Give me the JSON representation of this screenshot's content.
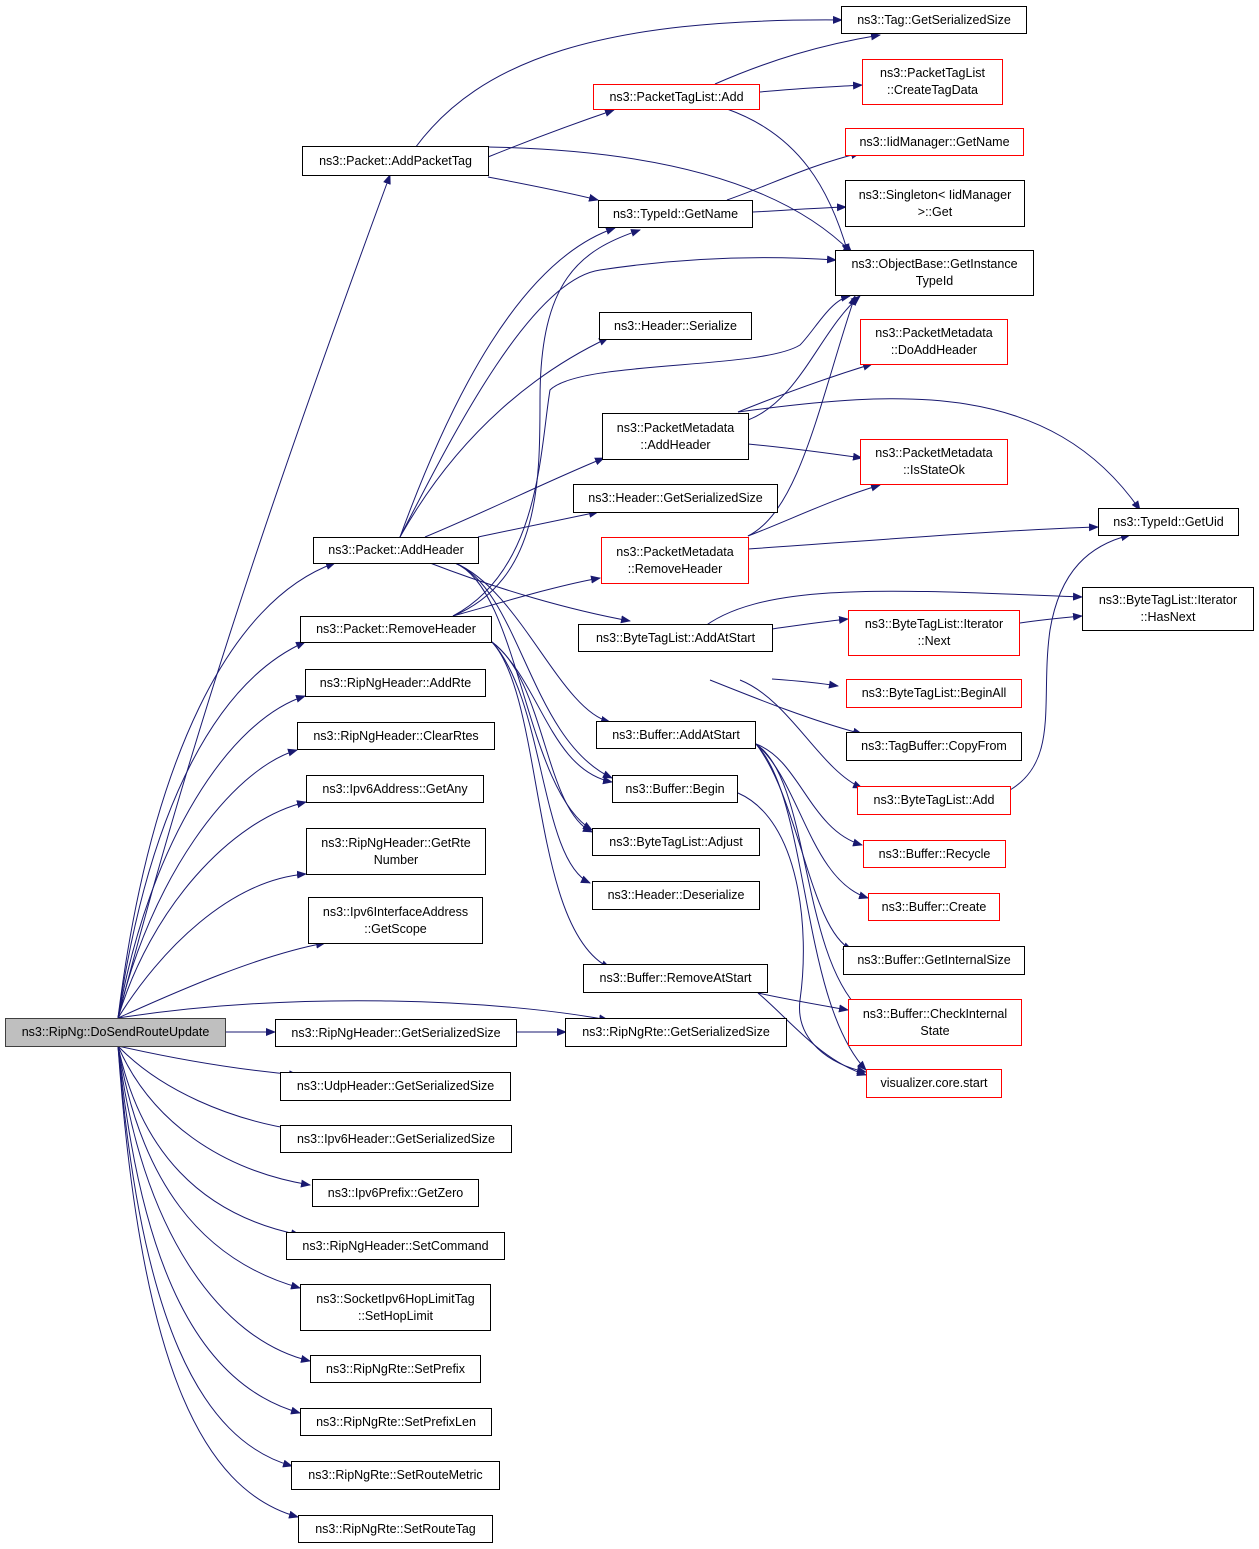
{
  "colors": {
    "edge": "#191970",
    "node_border": "#000000",
    "undocumented_border": "#ff0000",
    "root_fill": "#bfbfbf"
  },
  "nodes": {
    "root": "ns3::RipNg::DoSendRouteUpdate",
    "addPacketTag": "ns3::Packet::AddPacketTag",
    "addHeader": "ns3::Packet::AddHeader",
    "removeHeader": "ns3::Packet::RemoveHeader",
    "addRte": "ns3::RipNgHeader::AddRte",
    "clearRtes": "ns3::RipNgHeader::ClearRtes",
    "getAny": "ns3::Ipv6Address::GetAny",
    "getRteNumber": "ns3::RipNgHeader::GetRte\nNumber",
    "getScope": "ns3::Ipv6InterfaceAddress\n::GetScope",
    "ripHdrSize": "ns3::RipNgHeader::GetSerializedSize",
    "udpSize": "ns3::UdpHeader::GetSerializedSize",
    "ipv6HdrSize": "ns3::Ipv6Header::GetSerializedSize",
    "getZero": "ns3::Ipv6Prefix::GetZero",
    "setCommand": "ns3::RipNgHeader::SetCommand",
    "setHopLimit": "ns3::SocketIpv6HopLimitTag\n::SetHopLimit",
    "setPrefix": "ns3::RipNgRte::SetPrefix",
    "setPrefixLen": "ns3::RipNgRte::SetPrefixLen",
    "setRouteMetric": "ns3::RipNgRte::SetRouteMetric",
    "setRouteTag": "ns3::RipNgRte::SetRouteTag",
    "tagListAdd": "ns3::PacketTagList::Add",
    "typeIdGetName": "ns3::TypeId::GetName",
    "headerSerialize": "ns3::Header::Serialize",
    "pmAddHeader": "ns3::PacketMetadata\n::AddHeader",
    "headerSize": "ns3::Header::GetSerializedSize",
    "pmRemoveHeader": "ns3::PacketMetadata\n::RemoveHeader",
    "btlAddAtStart": "ns3::ByteTagList::AddAtStart",
    "bufAddAtStart": "ns3::Buffer::AddAtStart",
    "bufBegin": "ns3::Buffer::Begin",
    "btlAdjust": "ns3::ByteTagList::Adjust",
    "headerDeserialize": "ns3::Header::Deserialize",
    "bufRemoveAtStart": "ns3::Buffer::RemoveAtStart",
    "rteSize": "ns3::RipNgRte::GetSerializedSize",
    "tagSize": "ns3::Tag::GetSerializedSize",
    "createTagData": "ns3::PacketTagList\n::CreateTagData",
    "iidGetName": "ns3::IidManager::GetName",
    "singletonGet": "ns3::Singleton< IidManager\n>::Get",
    "getInstanceTypeId": "ns3::ObjectBase::GetInstance\nTypeId",
    "pmDoAddHeader": "ns3::PacketMetadata\n::DoAddHeader",
    "pmIsStateOk": "ns3::PacketMetadata\n::IsStateOk",
    "getUid": "ns3::TypeId::GetUid",
    "iterHasNext": "ns3::ByteTagList::Iterator\n::HasNext",
    "iterNext": "ns3::ByteTagList::Iterator\n::Next",
    "beginAll": "ns3::ByteTagList::BeginAll",
    "copyFrom": "ns3::TagBuffer::CopyFrom",
    "btlAdd": "ns3::ByteTagList::Add",
    "bufRecycle": "ns3::Buffer::Recycle",
    "bufCreate": "ns3::Buffer::Create",
    "bufInternalSize": "ns3::Buffer::GetInternalSize",
    "checkInternal": "ns3::Buffer::CheckInternal\nState",
    "vizStart": "visualizer.core.start"
  }
}
